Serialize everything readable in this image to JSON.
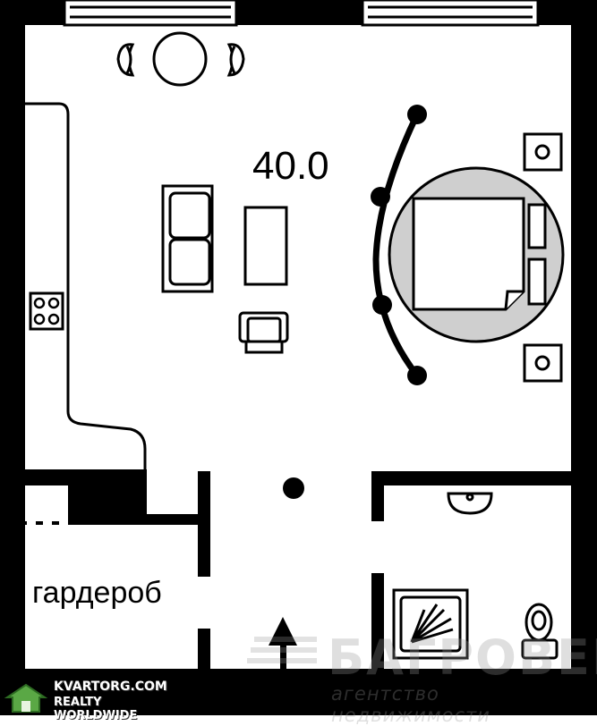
{
  "plan": {
    "area_label": "40.0",
    "room_label": "гардероб"
  },
  "watermark": {
    "name": "БАГРОВЕЦ",
    "subtitle": "агентство недвижимости"
  },
  "badge": {
    "line1": "KVARTORG.COM",
    "line2": "REALTY WORLDWIDE"
  }
}
